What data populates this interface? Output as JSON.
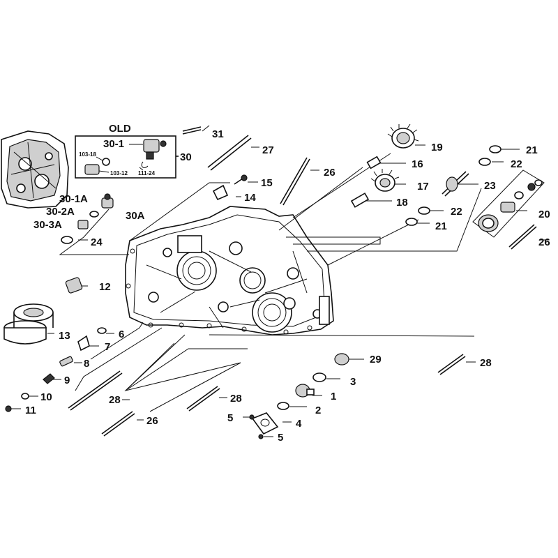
{
  "old_box": {
    "title": "OLD",
    "item": "30-1",
    "codes": [
      "103-18",
      "103-12",
      "111-24"
    ],
    "ref": "30"
  },
  "callouts": {
    "c31": "31",
    "c27": "27",
    "c26a": "26",
    "c15": "15",
    "c14": "14",
    "c30_1a": "30-1A",
    "c30_2a": "30-2A",
    "c30_3a": "30-3A",
    "c30a": "30A",
    "c24": "24",
    "c19": "19",
    "c16": "16",
    "c17": "17",
    "c18": "18",
    "c21a": "21",
    "c22a": "22",
    "c23": "23",
    "c22b": "22",
    "c21b": "21",
    "c20": "20",
    "c26b": "26",
    "c12": "12",
    "c13": "13",
    "c6": "6",
    "c7": "7",
    "c8": "8",
    "c9": "9",
    "c10": "10",
    "c11": "11",
    "c29": "29",
    "c3": "3",
    "c28a": "28",
    "c28b": "28",
    "c28c": "28",
    "c1": "1",
    "c2": "2",
    "c5a": "5",
    "c4": "4",
    "c5b": "5",
    "c26c": "26"
  }
}
